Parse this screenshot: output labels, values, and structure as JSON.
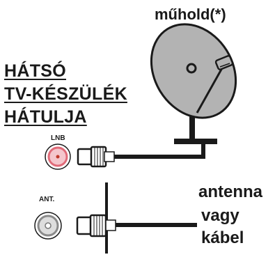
{
  "labels": {
    "satellite": "műhold(*)",
    "rear_line1": "HÁTSÓ",
    "rear_line2": "TV-KÉSZÜLÉK",
    "rear_line3": "HÁTULJA",
    "lnb_port": "LNB",
    "ant_port": "ANT.",
    "cable_line1": "antenna",
    "cable_line2": "vagy",
    "cable_line3": "kábel"
  },
  "icons": {
    "satellite_dish": "satellite-dish-icon",
    "lnb_socket": "lnb-socket-icon",
    "ant_socket": "antenna-socket-icon",
    "coax_plug": "coax-plug-icon"
  },
  "colors": {
    "line": "#1a1a1a",
    "dish": "#b3b3b3",
    "lnb_ring": "#e06a78"
  }
}
